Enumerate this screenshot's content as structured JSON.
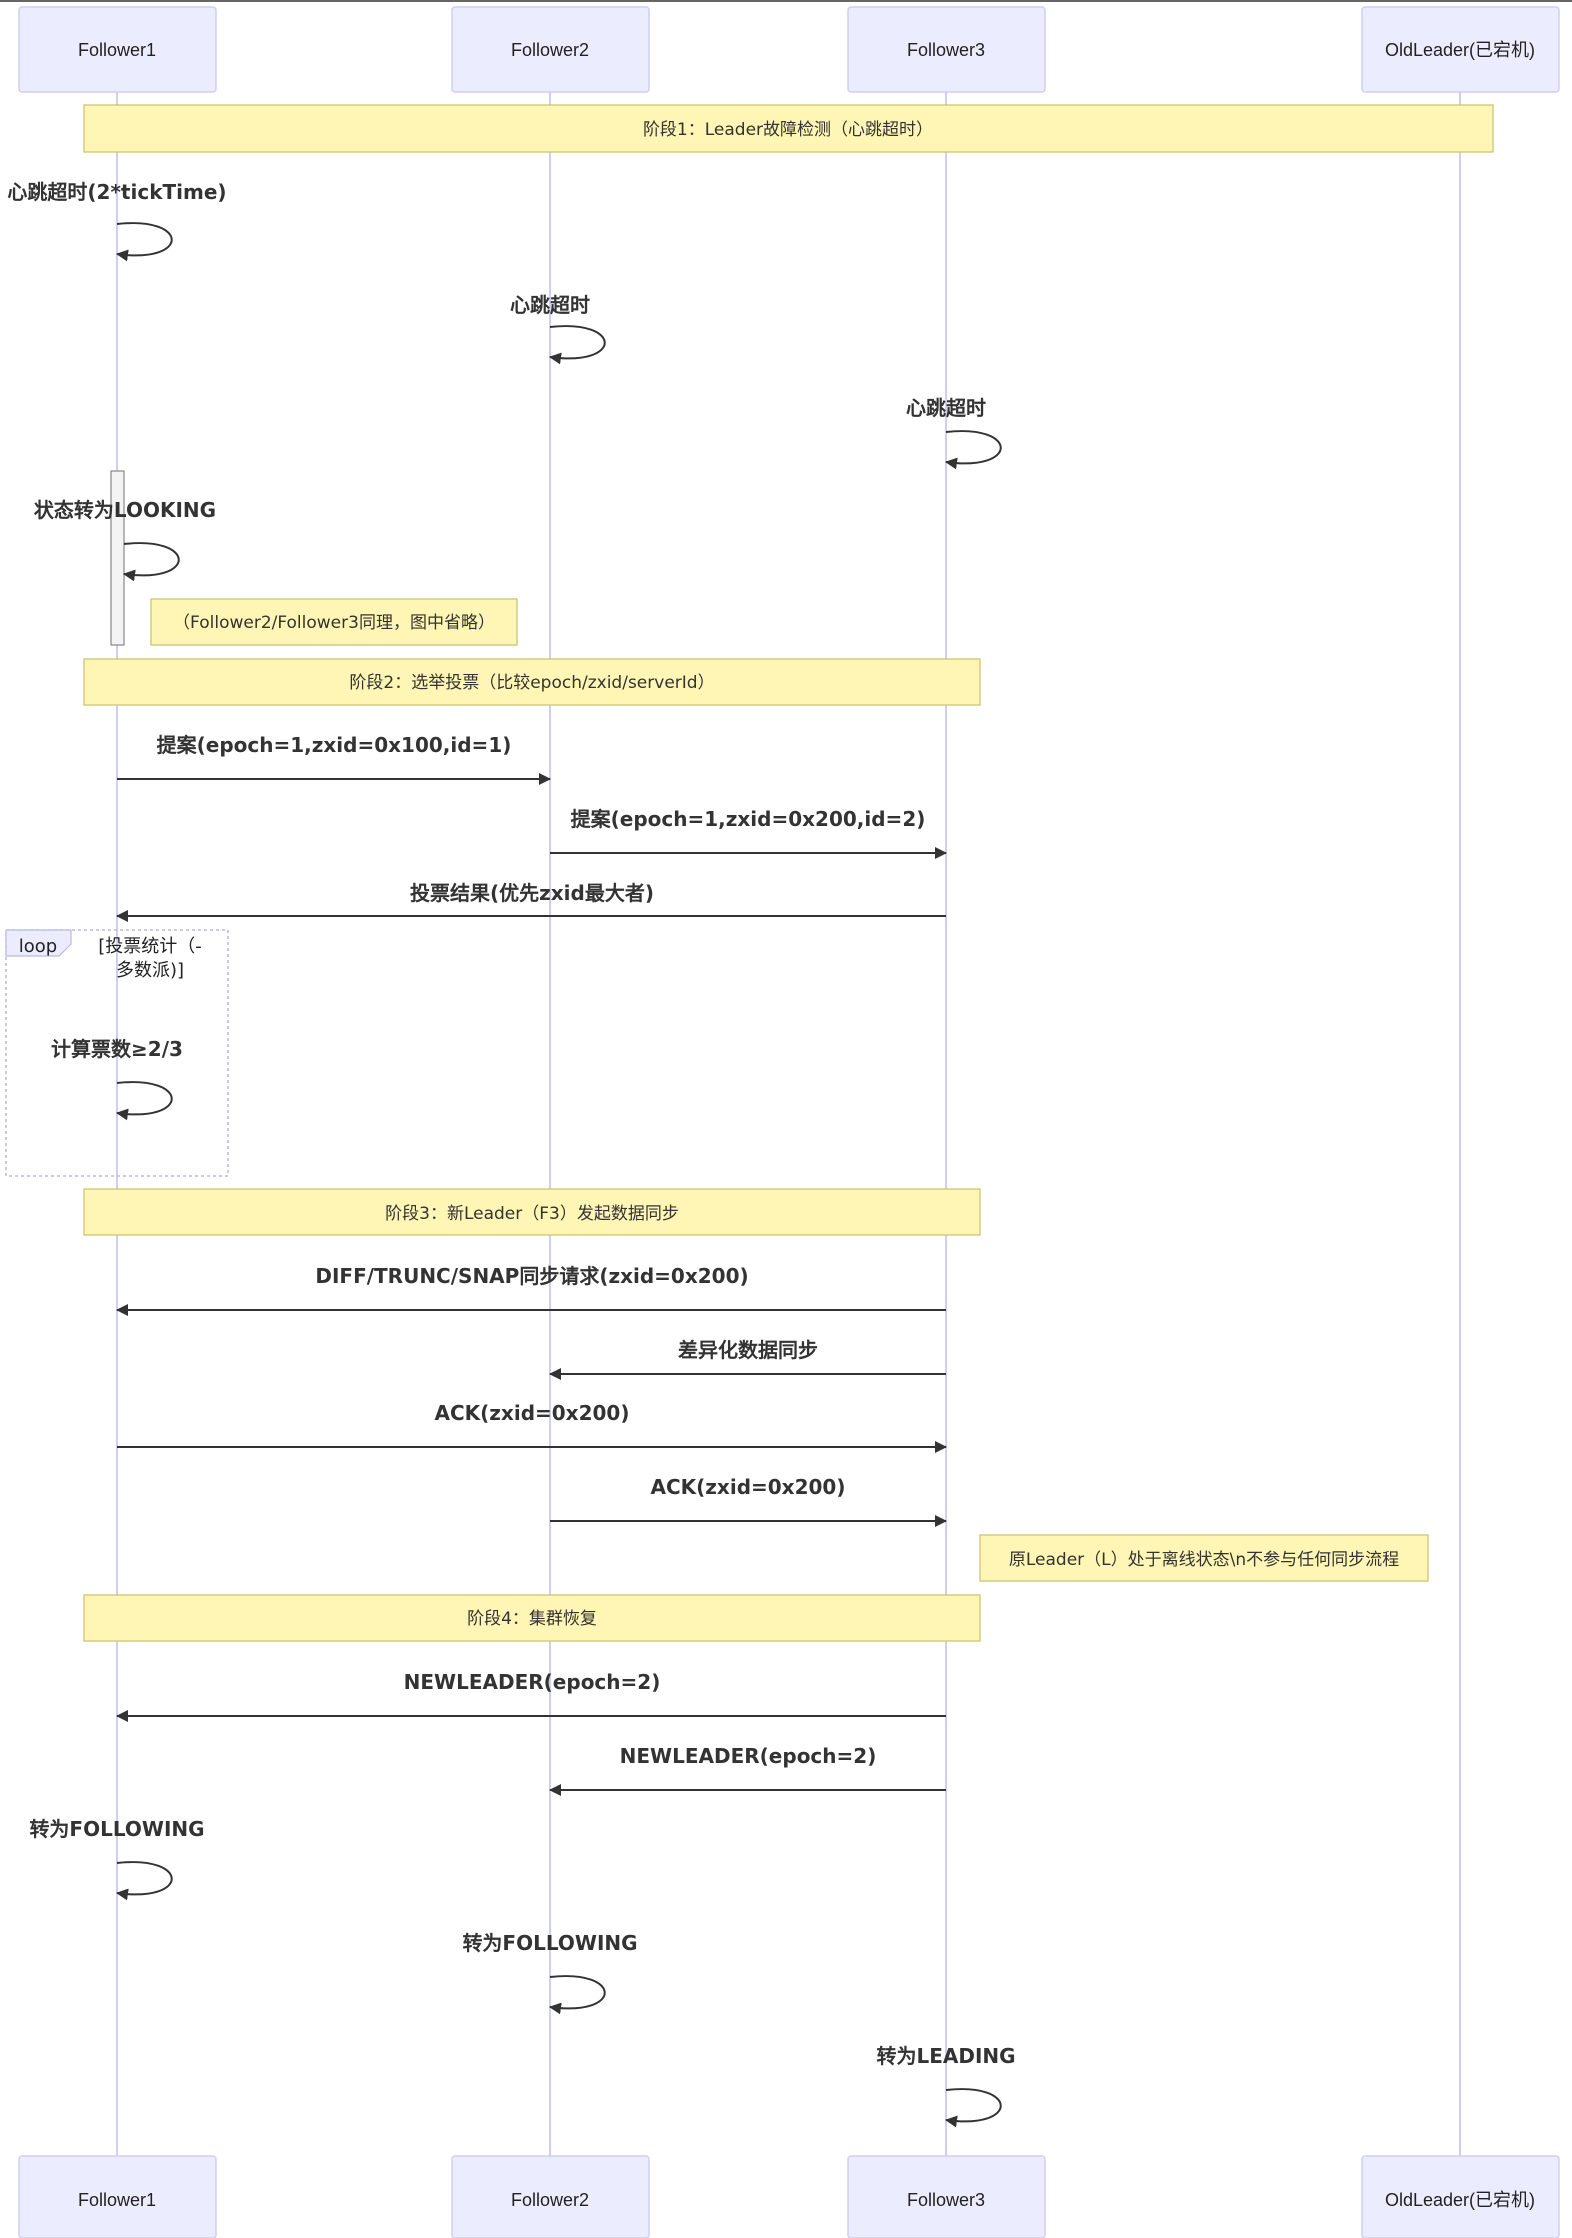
{
  "participants": [
    {
      "id": "F1",
      "label": "Follower1"
    },
    {
      "id": "F2",
      "label": "Follower2"
    },
    {
      "id": "F3",
      "label": "Follower3"
    },
    {
      "id": "L",
      "label": "OldLeader(已宕机)"
    }
  ],
  "notes": [
    {
      "id": "phase1",
      "text": "阶段1：Leader故障检测（心跳超时）"
    },
    {
      "id": "f2f3_same",
      "text": "（Follower2/Follower3同理，图中省略）"
    },
    {
      "id": "phase2",
      "text": "阶段2：选举投票（比较epoch/zxid/serverId）"
    },
    {
      "id": "phase3",
      "text": "阶段3：新Leader（F3）发起数据同步"
    },
    {
      "id": "oldleader_offline",
      "text": "原Leader（L）处于离线状态\\n不参与任何同步流程"
    },
    {
      "id": "phase4",
      "text": "阶段4：集群恢复"
    }
  ],
  "messages": [
    {
      "id": "m1",
      "from": "F1",
      "to": "F1",
      "text": "心跳超时(2*tickTime)"
    },
    {
      "id": "m2",
      "from": "F2",
      "to": "F2",
      "text": "心跳超时"
    },
    {
      "id": "m3",
      "from": "F3",
      "to": "F3",
      "text": "心跳超时"
    },
    {
      "id": "m4",
      "from": "F1",
      "to": "F1",
      "text": "状态转为LOOKING"
    },
    {
      "id": "m5",
      "from": "F1",
      "to": "F2",
      "text": "提案(epoch=1,zxid=0x100,id=1)"
    },
    {
      "id": "m6",
      "from": "F2",
      "to": "F3",
      "text": "提案(epoch=1,zxid=0x200,id=2)"
    },
    {
      "id": "m7",
      "from": "F3",
      "to": "F1",
      "text": "投票结果(优先zxid最大者)"
    },
    {
      "id": "m8",
      "from": "F1",
      "to": "F1",
      "text": "计算票数≥2/3"
    },
    {
      "id": "m9",
      "from": "F3",
      "to": "F1",
      "text": "DIFF/TRUNC/SNAP同步请求(zxid=0x200)"
    },
    {
      "id": "m10",
      "from": "F3",
      "to": "F2",
      "text": "差异化数据同步"
    },
    {
      "id": "m11",
      "from": "F1",
      "to": "F3",
      "text": "ACK(zxid=0x200)"
    },
    {
      "id": "m12",
      "from": "F2",
      "to": "F3",
      "text": "ACK(zxid=0x200)"
    },
    {
      "id": "m13",
      "from": "F3",
      "to": "F1",
      "text": "NEWLEADER(epoch=2)"
    },
    {
      "id": "m14",
      "from": "F3",
      "to": "F2",
      "text": "NEWLEADER(epoch=2)"
    },
    {
      "id": "m15",
      "from": "F1",
      "to": "F1",
      "text": "转为FOLLOWING"
    },
    {
      "id": "m16",
      "from": "F2",
      "to": "F2",
      "text": "转为FOLLOWING"
    },
    {
      "id": "m17",
      "from": "F3",
      "to": "F3",
      "text": "转为LEADING"
    }
  ],
  "loop": {
    "label": "loop",
    "condition_line1": "[投票统计（-",
    "condition_line2": "多数派)]"
  }
}
